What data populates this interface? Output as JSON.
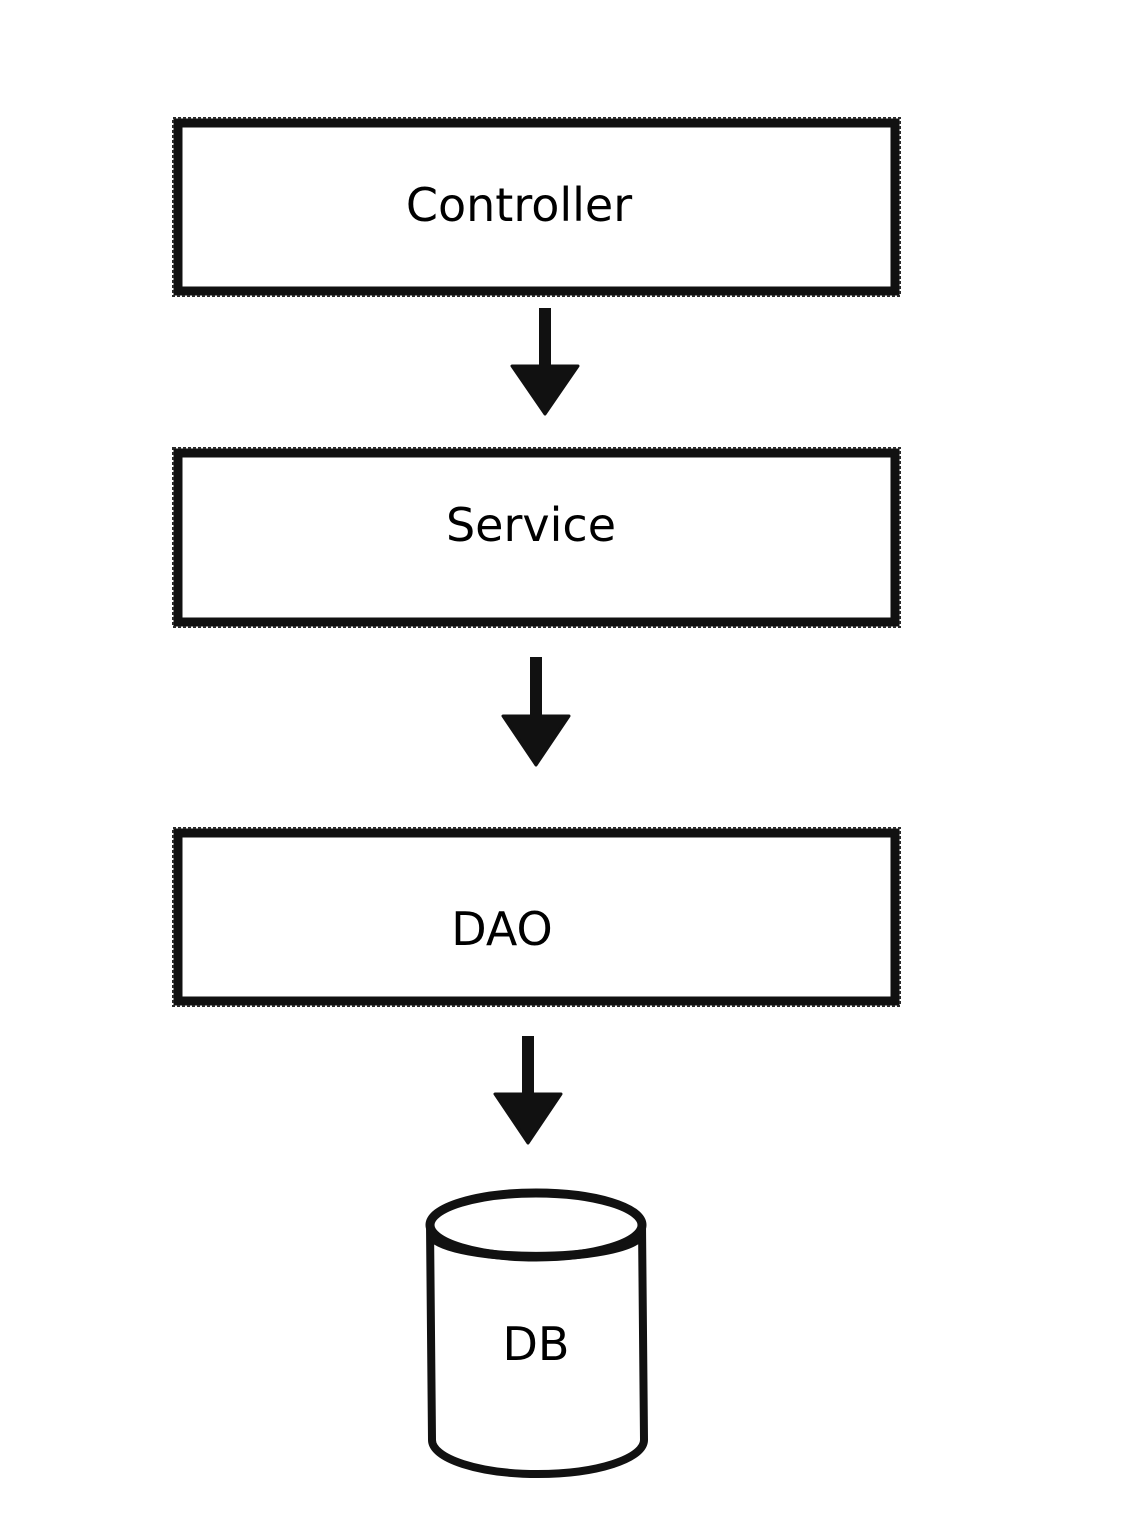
{
  "layers": [
    {
      "id": "controller",
      "label": "Controller"
    },
    {
      "id": "service",
      "label": "Service"
    },
    {
      "id": "dao",
      "label": "DAO"
    }
  ],
  "database": {
    "label": "DB"
  },
  "flow": [
    {
      "from": "Controller",
      "to": "Service"
    },
    {
      "from": "Service",
      "to": "DAO"
    },
    {
      "from": "DAO",
      "to": "DB"
    }
  ],
  "colors": {
    "stroke": "#111111",
    "background": "#ffffff",
    "text": "#000000"
  }
}
